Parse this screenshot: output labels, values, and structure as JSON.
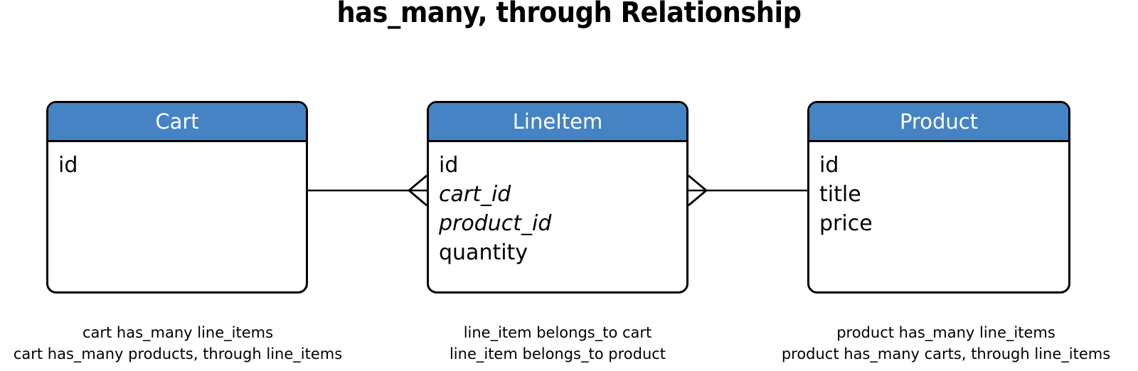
{
  "diagram": {
    "title": "has_many, through Relationship",
    "type": "entity-relationship-diagram",
    "colors": {
      "header_fill": "#4583C4",
      "header_text": "#FFFFFF",
      "body_fill": "#FFFFFF",
      "stroke": "#000000",
      "background": "#FFFFFF"
    },
    "entities": [
      {
        "name": "Cart",
        "attributes": [
          {
            "label": "id",
            "kind": "pk"
          }
        ]
      },
      {
        "name": "LineItem",
        "attributes": [
          {
            "label": "id",
            "kind": "pk"
          },
          {
            "label": "cart_id",
            "kind": "fk"
          },
          {
            "label": "product_id",
            "kind": "fk"
          },
          {
            "label": "quantity",
            "kind": "field"
          }
        ]
      },
      {
        "name": "Product",
        "attributes": [
          {
            "label": "id",
            "kind": "pk"
          },
          {
            "label": "title",
            "kind": "field"
          },
          {
            "label": "price",
            "kind": "field"
          }
        ]
      }
    ],
    "relationships": [
      {
        "from": "Cart",
        "to": "LineItem",
        "from_cardinality": "one",
        "to_cardinality": "many",
        "notation": "crows-foot"
      },
      {
        "from": "Product",
        "to": "LineItem",
        "from_cardinality": "one",
        "to_cardinality": "many",
        "notation": "crows-foot"
      }
    ],
    "captions": [
      {
        "for": "Cart",
        "lines": [
          "cart has_many line_items",
          "cart has_many products, through line_items"
        ]
      },
      {
        "for": "LineItem",
        "lines": [
          "line_item belongs_to cart",
          "line_item belongs_to product"
        ]
      },
      {
        "for": "Product",
        "lines": [
          "product has_many line_items",
          "product has_many carts, through line_items"
        ]
      }
    ]
  }
}
